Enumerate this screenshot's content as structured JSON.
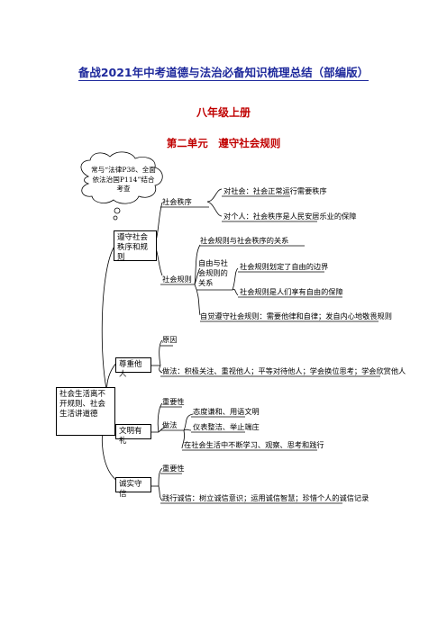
{
  "header": {
    "title": "备战2021年中考道德与法治必备知识梳理总结（部编版）",
    "grade": "八年级上册",
    "unit": "第二单元　遵守社会规则"
  },
  "mindmap": {
    "note": "常与“法律P38、全面依法治国P114”结合考查",
    "root": "社会生活离不开规则、社会生活讲道德",
    "branches": [
      {
        "label": "遵守社会秩序和规则",
        "children": [
          {
            "label": "社会秩序",
            "items": [
              "对社会：社会正常运行需要秩序",
              "对个人：社会秩序是人民安居乐业的保障"
            ]
          },
          {
            "label": "社会规则",
            "items": [
              "社会规则与社会秩序的关系",
              "自由与社会规则的关系",
              "社会规则划定了自由的边界",
              "社会规则是人们享有自由的保障",
              "自觉遵守社会规则：需要他律和自律；发自内心地敬畏规则"
            ]
          }
        ]
      },
      {
        "label": "尊重他人",
        "items": [
          "原因",
          "做法：积极关注、重视他人；平等对待他人；学会换位思考；学会欣赏他人"
        ]
      },
      {
        "label": "文明有礼",
        "items": [
          "重要性",
          "做法",
          "态度谦和、用语文明",
          "仪表整洁、举止端庄",
          "在社会生活中不断学习、观察、思考和践行"
        ]
      },
      {
        "label": "诚实守信",
        "items": [
          "重要性",
          "践行诚信：树立诚信意识；运用诚信智慧；珍惜个人的诚信记录"
        ]
      }
    ]
  }
}
